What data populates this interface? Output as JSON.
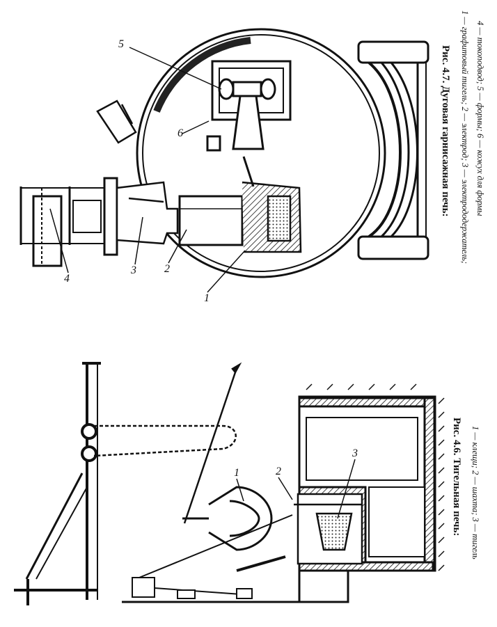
{
  "fig47": {
    "title": "Рис. 4.7. Дуговая гарнисажная печь:",
    "legend_line1": "1 — графитовый тигель; 2 — электрод; 3 — электрододержатель;",
    "legend_line2": "4 — токоподвод; 5 — формы; 6 — кожух для формы",
    "callouts": [
      "1",
      "2",
      "3",
      "4",
      "5",
      "6"
    ]
  },
  "fig46": {
    "title": "Рис. 4.6. Тигельная печь:",
    "legend": "1 — клещи; 2 — шахта; 3 — тигель",
    "callouts": [
      "1",
      "2",
      "3"
    ]
  }
}
